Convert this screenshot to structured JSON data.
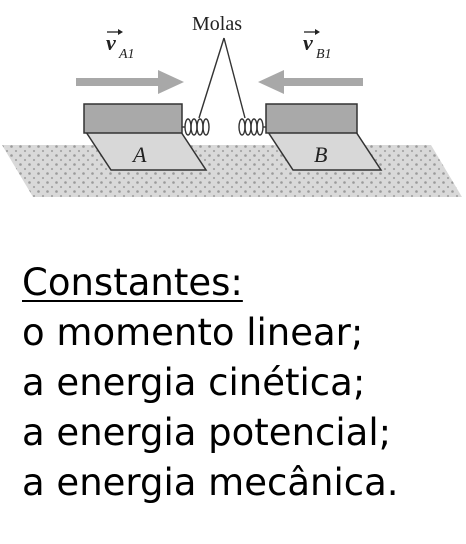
{
  "figure": {
    "springs_label": "Molas",
    "velocity_a": {
      "symbol": "v",
      "subscript": "A1"
    },
    "velocity_b": {
      "symbol": "v",
      "subscript": "B1"
    },
    "block_a_label": "A",
    "block_b_label": "B",
    "colors": {
      "arrow": "#a8a8a8",
      "block_top": "#a9a9a9",
      "block_base": "#d8d8d8",
      "track": "#d9d9d9",
      "track_dots": "#9a9a9a",
      "outline": "#333333"
    }
  },
  "text": {
    "heading": "Constantes:",
    "lines": [
      "o momento linear;",
      "a energia cinética;",
      "a energia potencial;",
      "a energia mecânica."
    ]
  }
}
